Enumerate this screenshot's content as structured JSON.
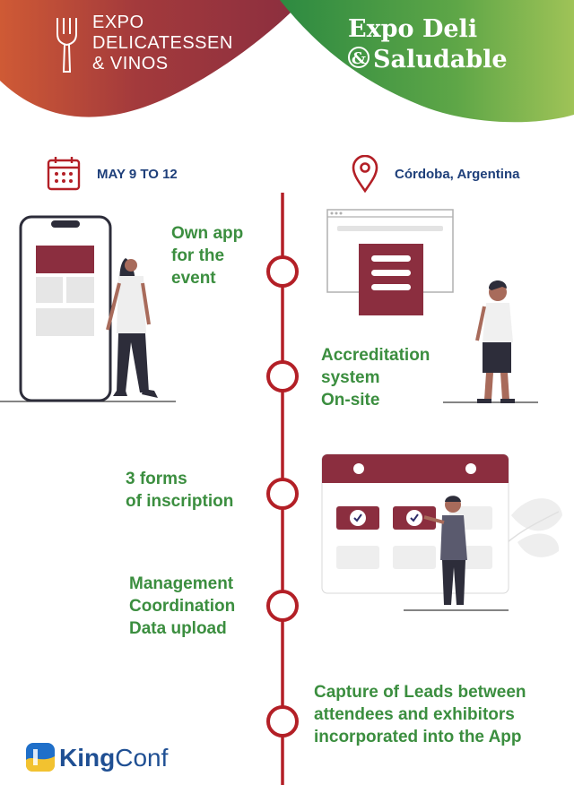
{
  "header": {
    "left_brand": [
      "EXPO",
      "DELICATESSEN",
      "& VINOS"
    ],
    "right_brand": {
      "line1": "Expo Deli",
      "ampersand": "&",
      "line2": "Saludable"
    }
  },
  "event": {
    "dates": "MAY 9 TO 12",
    "location": "Córdoba, Argentina"
  },
  "features": {
    "own_app": [
      "Own app",
      "for the",
      "event"
    ],
    "accreditation": [
      "Accreditation",
      "system",
      "On-site"
    ],
    "inscription": [
      "3 forms",
      "of inscription"
    ],
    "management": [
      "Management",
      "Coordination",
      "Data upload"
    ],
    "leads": [
      "Capture of Leads between",
      "attendees and exhibitors",
      "incorporated into the App"
    ]
  },
  "footer": {
    "brand_king": "King",
    "brand_conf": "Conf"
  },
  "colors": {
    "maroon": "#8b2e3f",
    "timeline_red": "#b31f26",
    "green": "#3b8e3f",
    "navy": "#1e3f7a"
  }
}
